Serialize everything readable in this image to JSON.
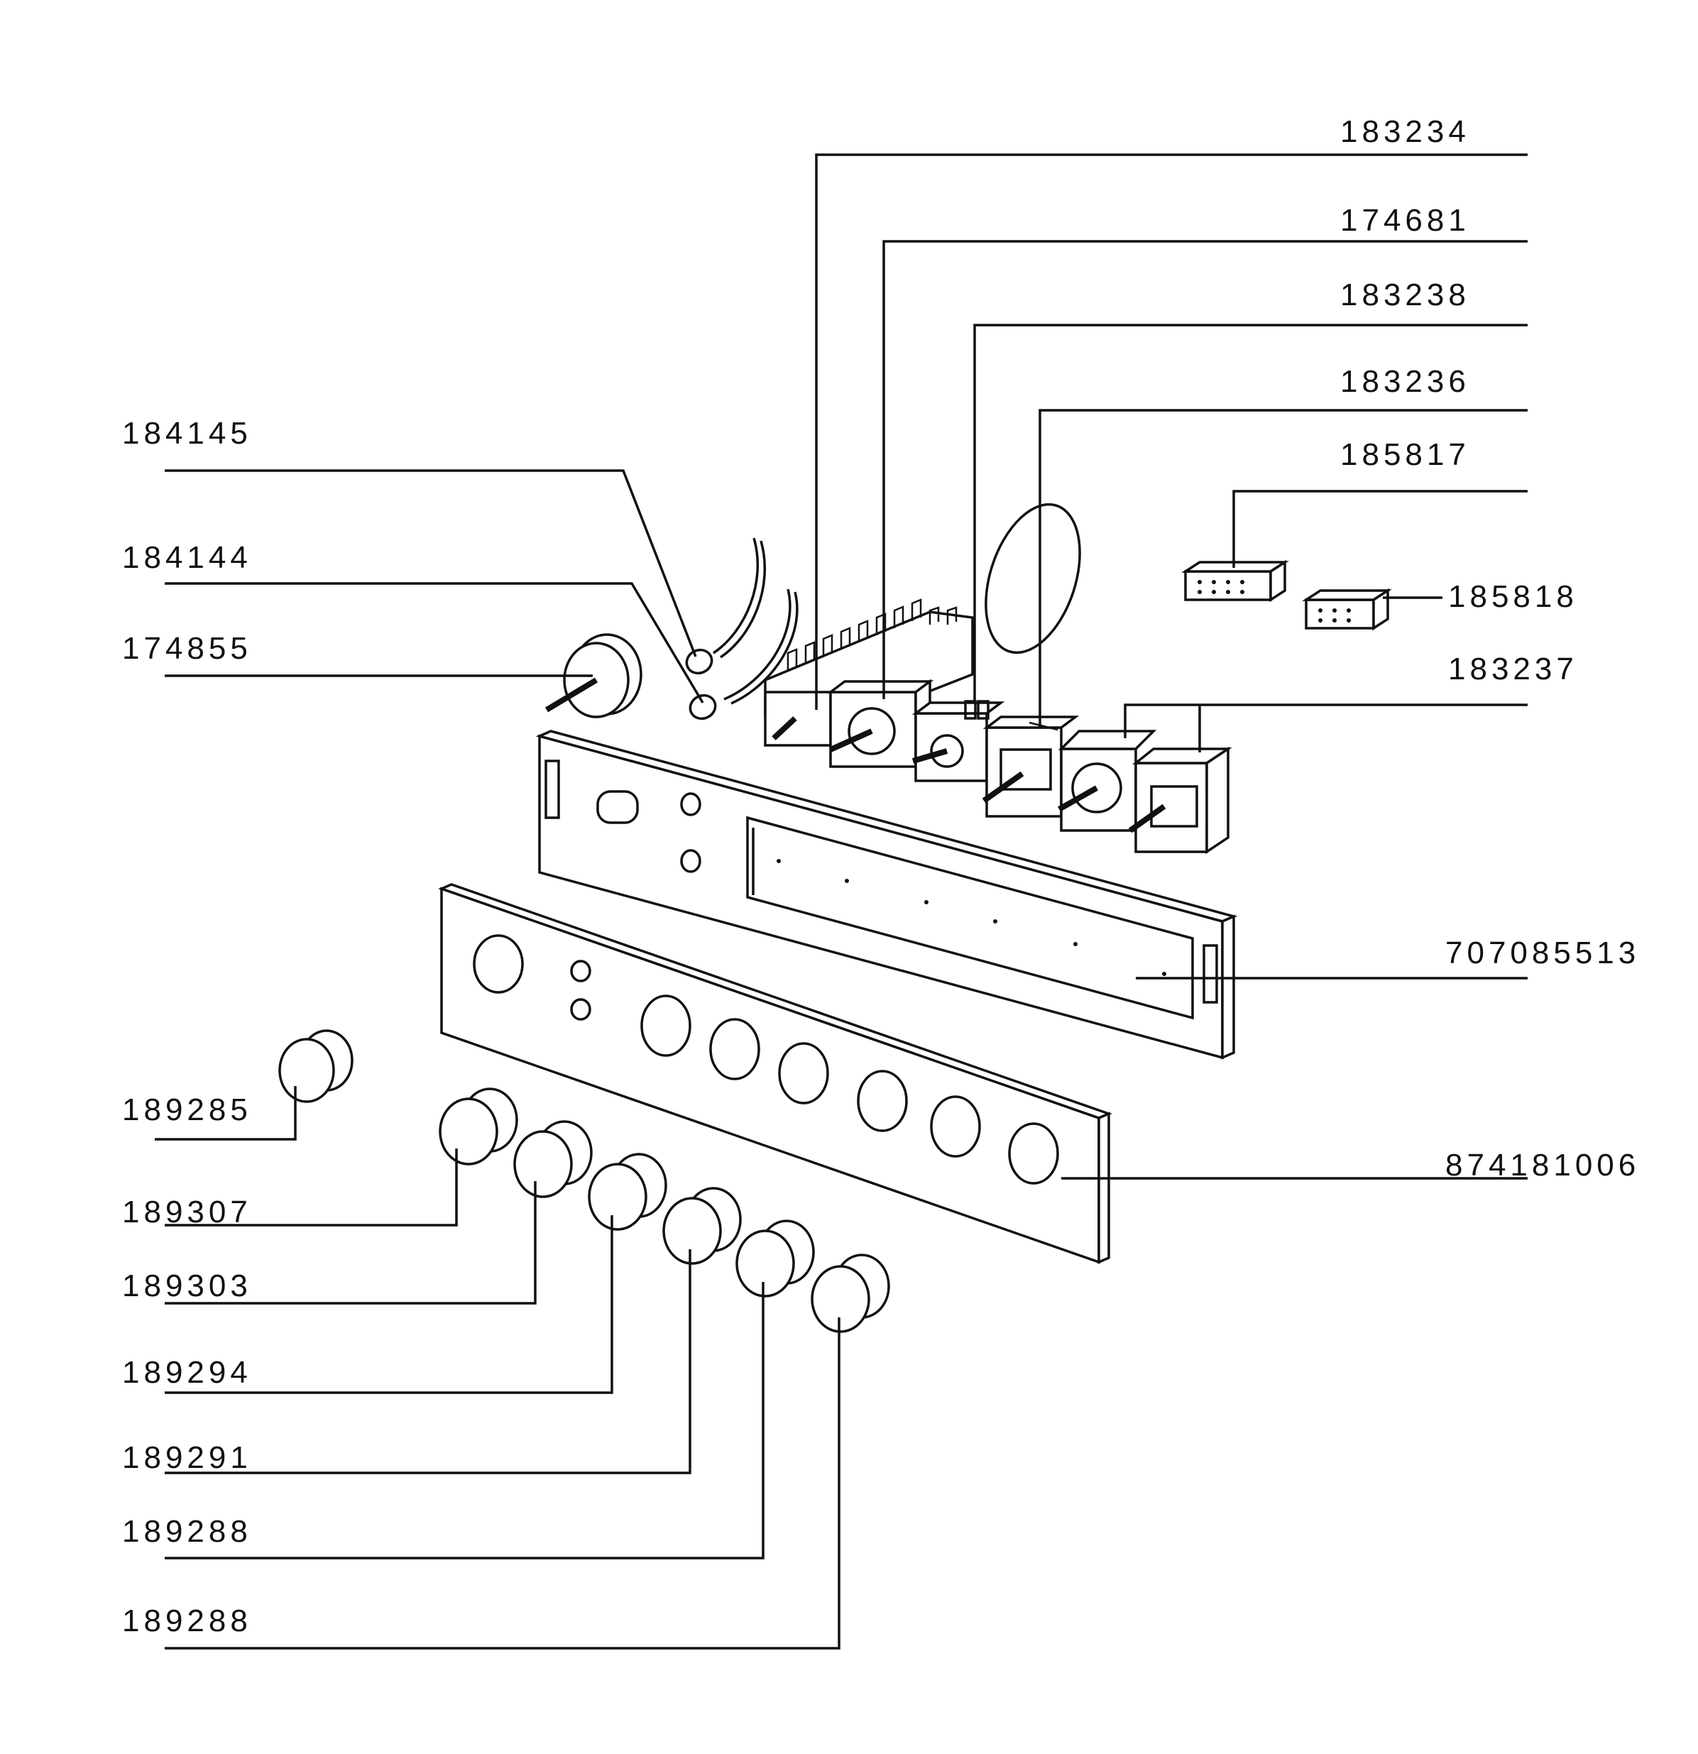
{
  "diagram": {
    "parts": {
      "p183234": "183234",
      "p174681": "174681",
      "p183238": "183238",
      "p183236": "183236",
      "p185817": "185817",
      "p185818": "185818",
      "p183237": "183237",
      "p184145": "184145",
      "p184144": "184144",
      "p174855": "174855",
      "p707085513": "707085513",
      "p874181006": "874181006",
      "p189285": "189285",
      "p189307": "189307",
      "p189303": "189303",
      "p189294": "189294",
      "p189291": "189291",
      "p189288a": "189288",
      "p189288b": "189288"
    }
  }
}
